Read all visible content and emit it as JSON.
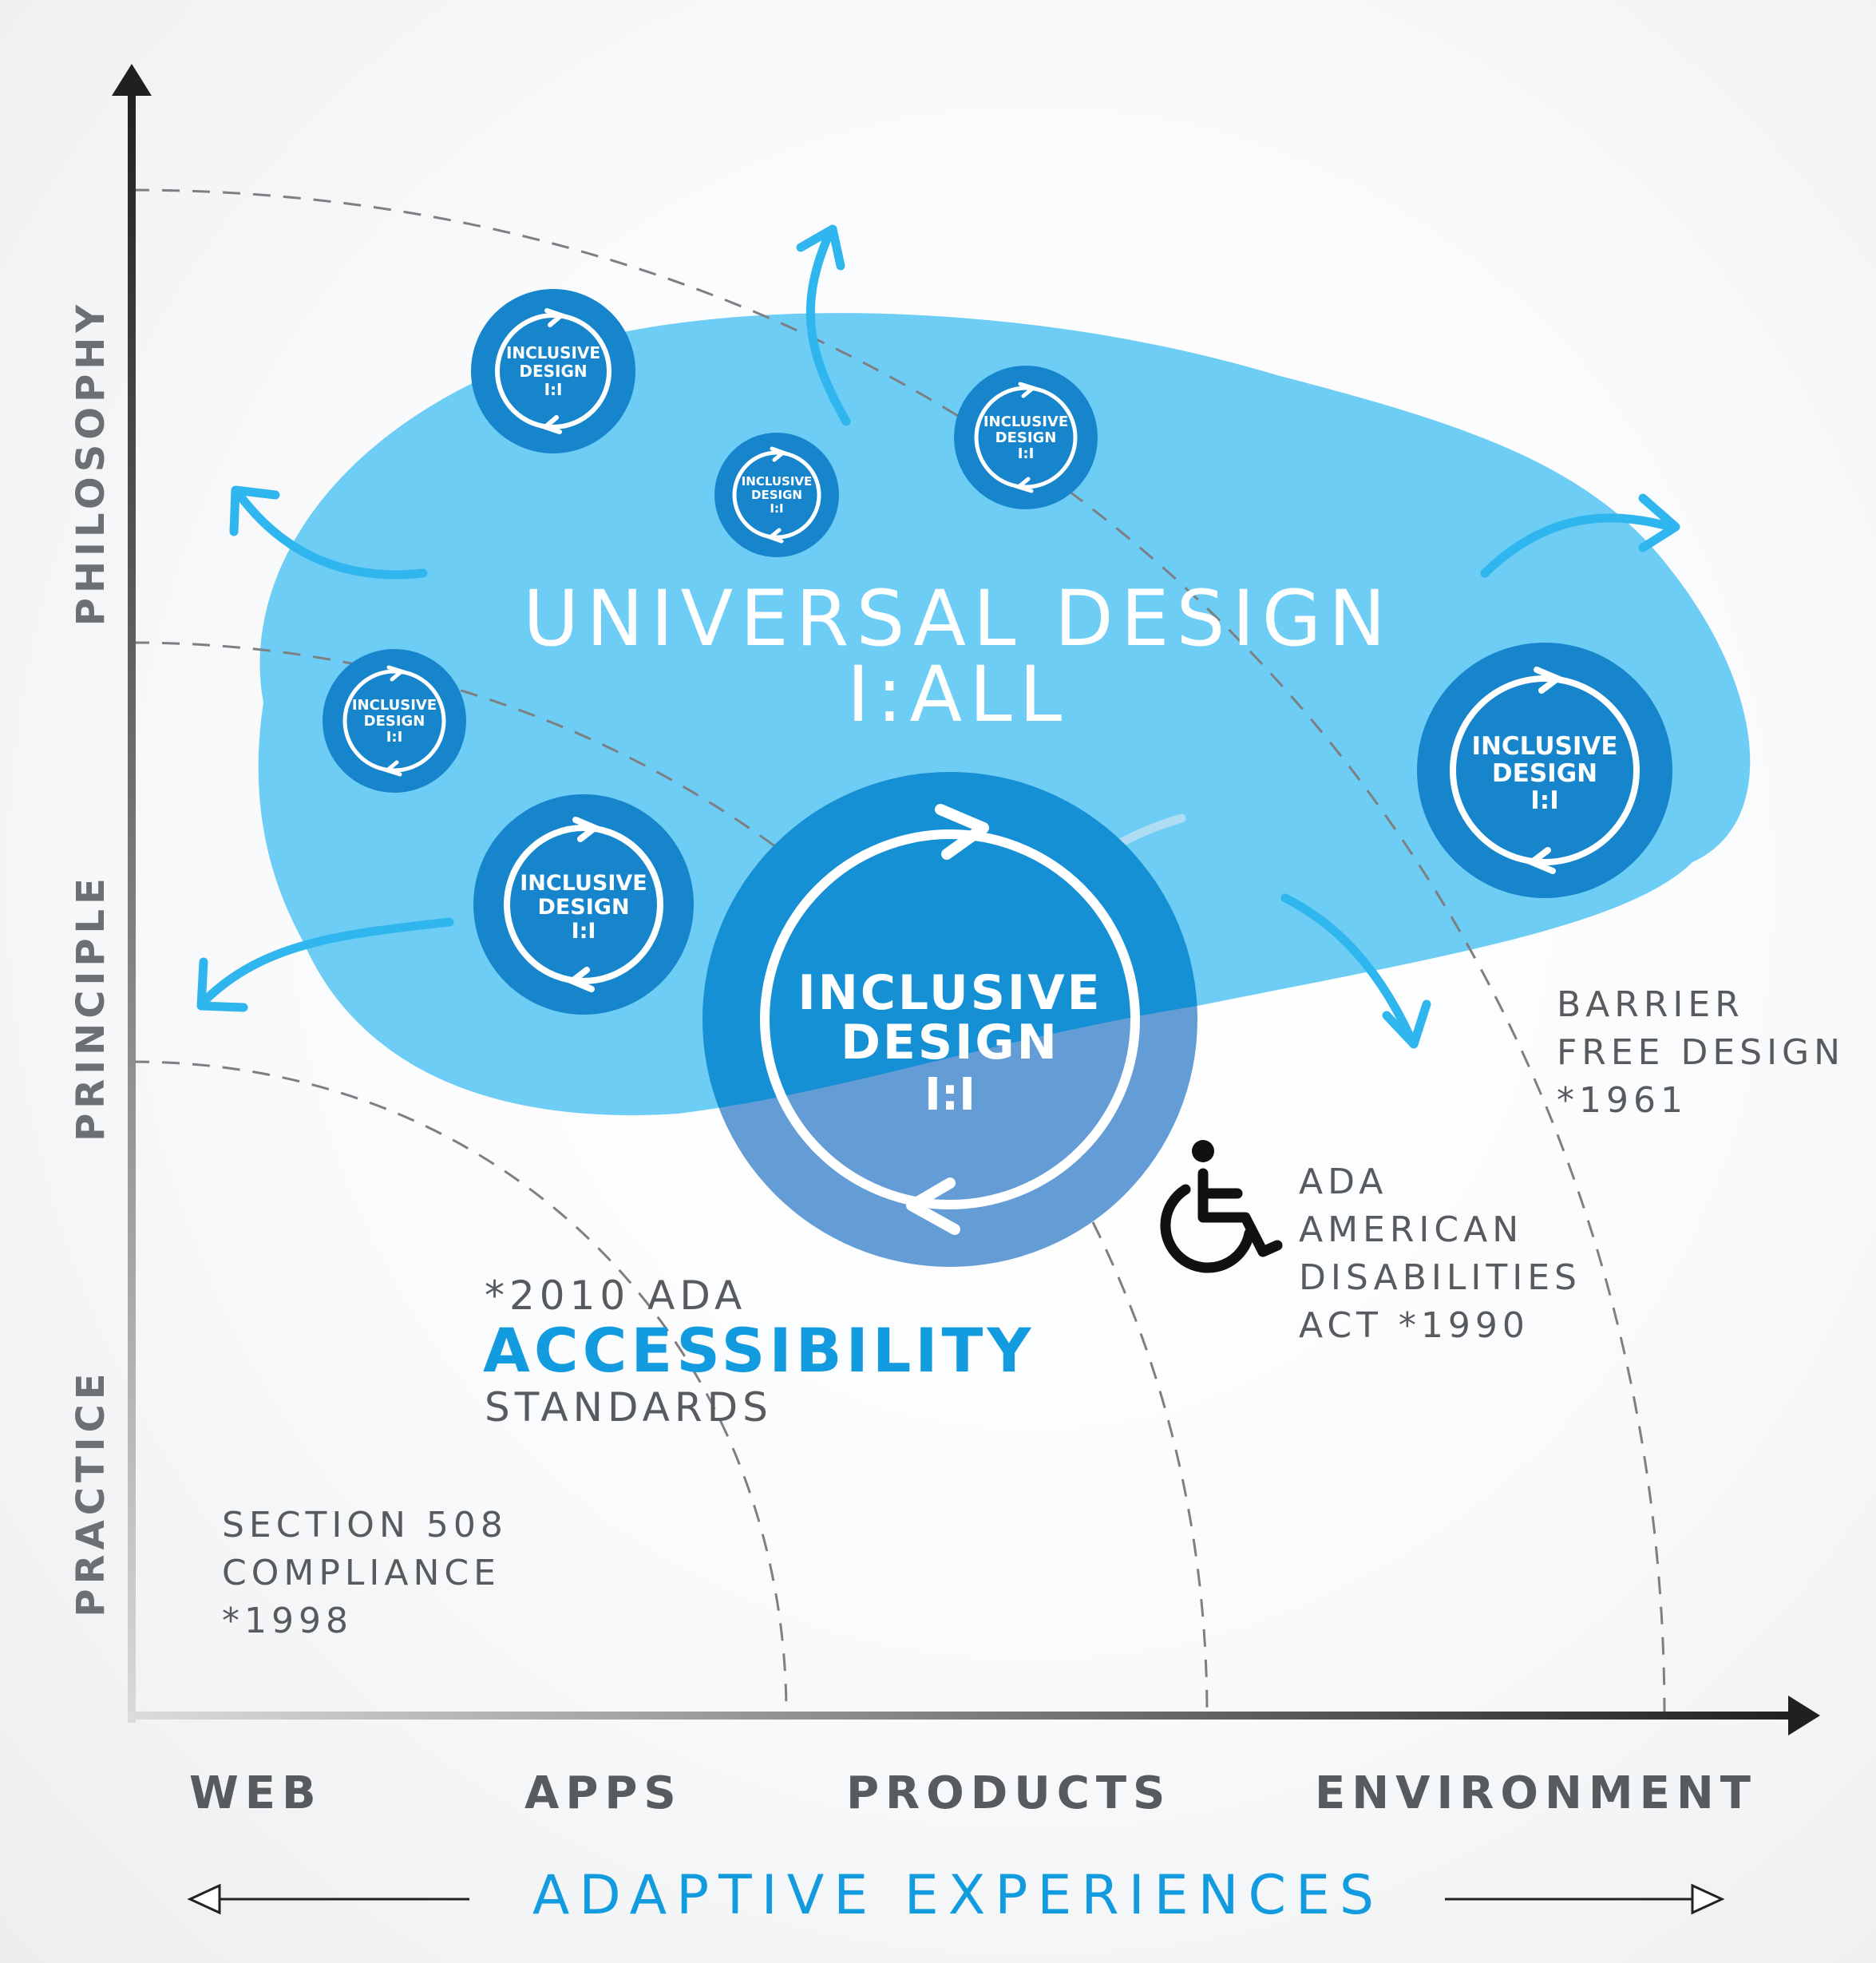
{
  "axes": {
    "y_levels": [
      "PHILOSOPHY",
      "PRINCIPLE",
      "PRACTICE"
    ],
    "x_categories": [
      "WEB",
      "APPS",
      "PRODUCTS",
      "ENVIRONMENT"
    ],
    "x_caption": "ADAPTIVE EXPERIENCES"
  },
  "universal": {
    "line1": "UNIVERSAL DESIGN",
    "line2": "I:ALL"
  },
  "inclusive_badge": {
    "line1": "INCLUSIVE",
    "line2": "DESIGN",
    "line3": "I:I"
  },
  "milestones": {
    "barrier_free": [
      "BARRIER",
      "FREE DESIGN",
      "*1961"
    ],
    "ada": [
      "ADA",
      "AMERICAN",
      "DISABILITIES",
      "ACT *1990"
    ],
    "accessibility": {
      "pre": "*2010 ADA",
      "main": "ACCESSIBILITY",
      "post": "STANDARDS"
    },
    "section508": [
      "SECTION 508",
      "COMPLIANCE",
      "*1998"
    ]
  },
  "colors": {
    "blob": "#6dcdf4",
    "badge_dark": "#1785cc",
    "badge_overlap": "#4c92d2",
    "big_circle_low": "#649cd6",
    "arrow": "#30b6ee",
    "accent_text": "#129bdf",
    "grey_text": "#575a5e",
    "axis_label_grey": "#6c6f73"
  },
  "icons": [
    "wheelchair-icon",
    "cycle-arrows-icon",
    "arrow-icon"
  ]
}
